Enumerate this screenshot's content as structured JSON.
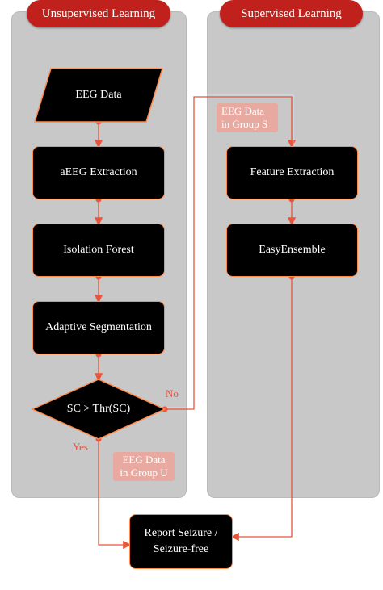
{
  "panels": {
    "unsupervised": {
      "title": "Unsupervised Learning"
    },
    "supervised": {
      "title": "Supervised Learning"
    }
  },
  "nodes": {
    "eeg_data": "EEG Data",
    "aeeg_extraction": "aEEG Extraction",
    "isolation_forest": "Isolation Forest",
    "adaptive_segmentation": "Adaptive Segmentation",
    "decision": "SC > Thr(SC)",
    "feature_extraction": "Feature Extraction",
    "easy_ensemble": "EasyEnsemble",
    "report": "Report Seizure / Seizure-free"
  },
  "tags": {
    "group_s": "EEG Data in Group S",
    "group_u": "EEG Data in Group U"
  },
  "edge_labels": {
    "no": "No",
    "yes": "Yes"
  },
  "colors": {
    "panel_bg": "#c8c8c8",
    "header_red": "#c0211d",
    "edge_orange": "#e8553a",
    "node_border": "#ff8a4a",
    "tag_pink": "#e8a9a1"
  }
}
